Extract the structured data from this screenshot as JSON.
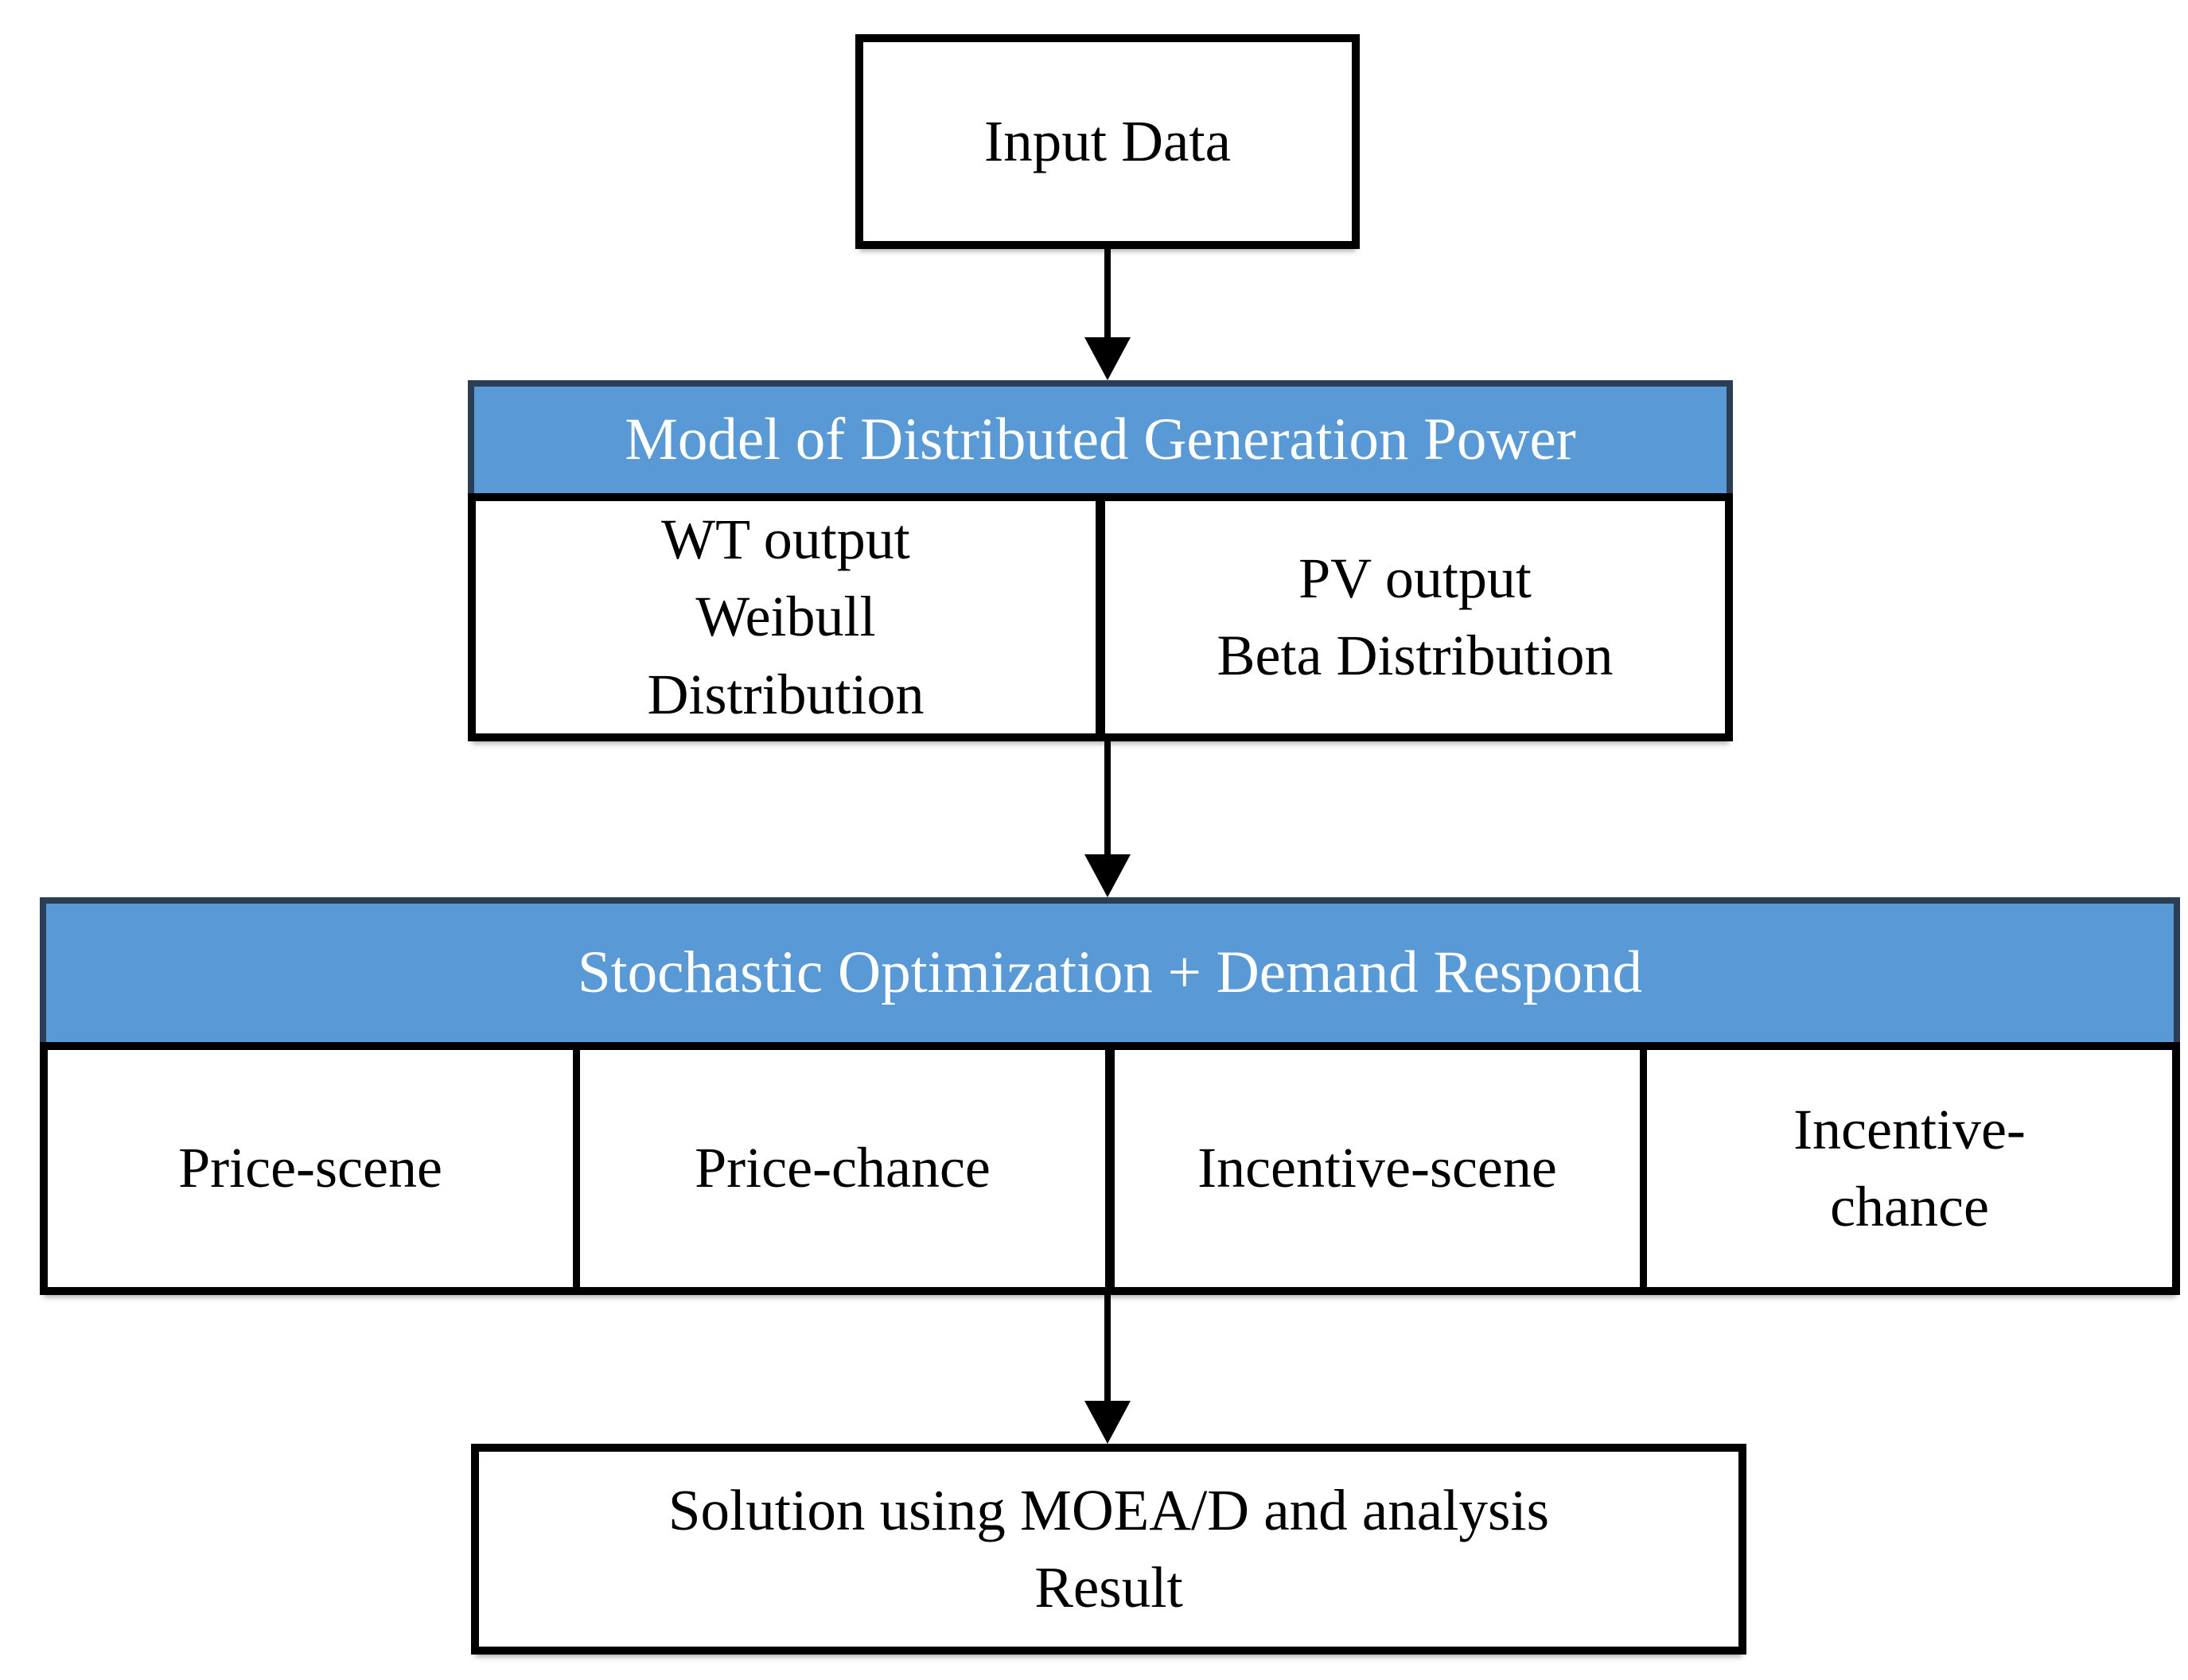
{
  "figure": {
    "type": "flowchart",
    "title_semantic": "Stochastic optimization workflow diagram"
  },
  "colors": {
    "header_fill": "#5899D6",
    "header_border": "#2A3F55",
    "header_text": "#FFFFFF",
    "box_border": "#000000",
    "body_text": "#000000",
    "background": "#FFFFFF"
  },
  "flowchart": {
    "input_box": {
      "label": "Input Data"
    },
    "model_table": {
      "header": "Model of Distributed Generation Power",
      "cells": [
        {
          "label": "WT output\nWeibull\nDistribution"
        },
        {
          "label": "PV output\nBeta Distribution"
        }
      ]
    },
    "stochastic_table": {
      "header": "Stochastic Optimization + Demand Respond",
      "cells": [
        {
          "label": "Price-scene"
        },
        {
          "label": "Price-chance"
        },
        {
          "label": "Incentive-scene"
        },
        {
          "label": "Incentive-\nchance"
        }
      ]
    },
    "solution_box": {
      "label": "Solution using MOEA/D and analysis\nResult"
    }
  }
}
